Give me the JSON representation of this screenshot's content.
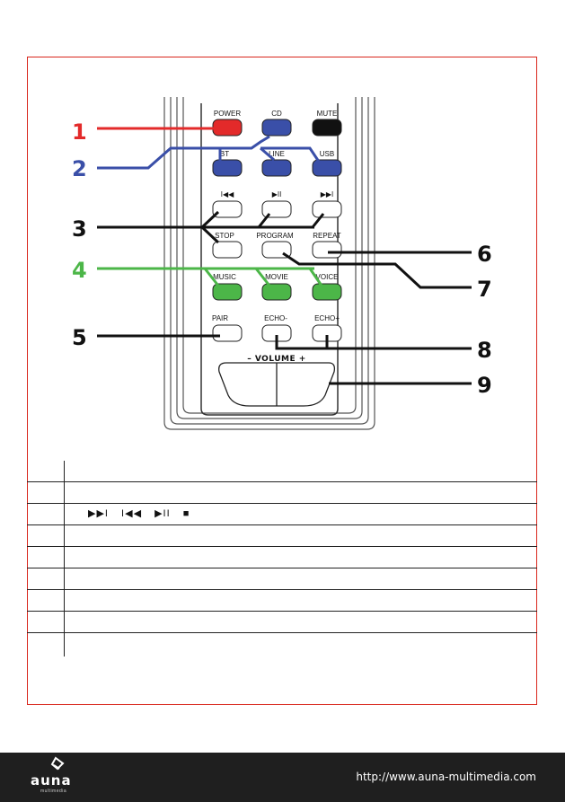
{
  "remote": {
    "buttons": {
      "power": "POWER",
      "cd": "CD",
      "mute": "MUTE",
      "bt": "BT",
      "line": "LINE",
      "usb": "USB",
      "prev": "I◀◀",
      "play_pause": "▶II",
      "next": "▶▶I",
      "stop": "STOP",
      "program": "PROGRAM",
      "repeat": "REPEAT",
      "music": "MUSIC",
      "movie": "MOVIE",
      "voice": "VOICE",
      "pair": "PAIR",
      "echo_minus": "ECHO-",
      "echo_plus": "ECHO+",
      "volume": "–  VOLUME  +"
    },
    "callouts": [
      "1",
      "2",
      "3",
      "4",
      "5",
      "6",
      "7",
      "8",
      "9"
    ],
    "colors": {
      "power": "#e32a2a",
      "mode": "#3a4fa8",
      "green": "#4cb648",
      "mute": "#111111",
      "frame": "#d9261c"
    }
  },
  "table": {
    "row3_symbols": [
      "▶▶I",
      "I◀◀",
      "▶II",
      "■"
    ]
  },
  "footer": {
    "logo_text": "auna",
    "logo_sub": "multimedia",
    "url": "http://www.auna-multimedia.com"
  }
}
